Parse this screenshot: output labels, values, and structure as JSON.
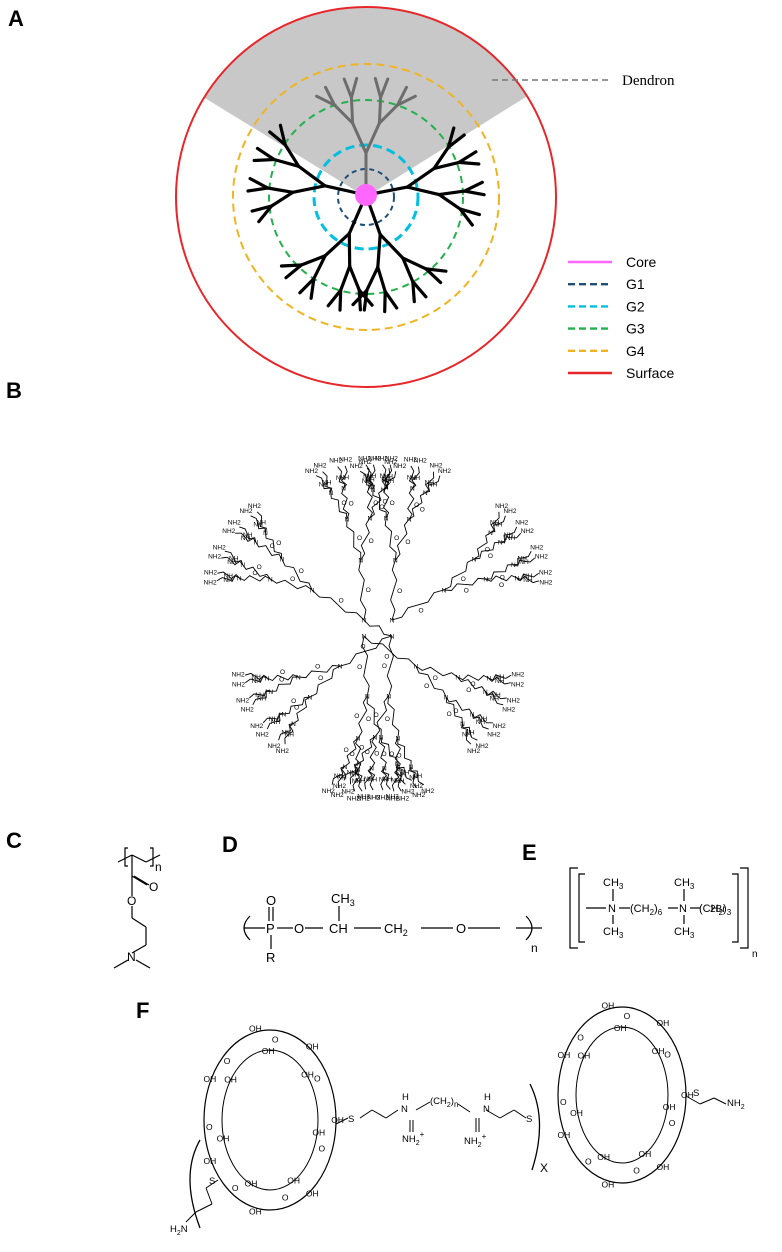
{
  "panels": {
    "a": "A",
    "b": "B",
    "c": "C",
    "d": "D",
    "e": "E",
    "f": "F"
  },
  "dendrimer_schematic": {
    "callout_label": "Dendron",
    "legend": [
      {
        "label": "Core",
        "color": "#ff66ff",
        "style": "solid"
      },
      {
        "label": "G1",
        "color": "#1f4e79",
        "style": "dashed"
      },
      {
        "label": "G2",
        "color": "#00bfe0",
        "style": "dashed"
      },
      {
        "label": "G3",
        "color": "#22b14c",
        "style": "dashed"
      },
      {
        "label": "G4",
        "color": "#f0b323",
        "style": "dashed"
      },
      {
        "label": "Surface",
        "color": "#e8262a",
        "style": "solid"
      }
    ],
    "colors": {
      "dendron_fill": "#c8c8c8",
      "dendron_branches": "#6d6d6d",
      "branches": "#000000",
      "core": "#ff66ff"
    }
  },
  "pamam_structure": {
    "terminal_group": "NH2",
    "amide_nh": "NH",
    "amine_n": "N",
    "carbonyl_o": "O"
  },
  "structure_c": {
    "repeat_subscript": "n",
    "carbonyl_o": "O",
    "ester_o": "O",
    "amine_n": "N"
  },
  "structure_d": {
    "phosphorus": "P",
    "phosphoryl_o": "O",
    "substituent": "R",
    "methyl": "CH",
    "methyl_sub": "3",
    "ch": "CH",
    "ch2": "CH",
    "ch2_sub": "2",
    "ether_o1": "O",
    "ether_o2": "O",
    "repeat_subscript": "n"
  },
  "structure_e": {
    "n1": "N",
    "n2": "N",
    "methyl": "CH",
    "methyl_sub": "3",
    "linker1": "(CH",
    "linker1_sub": "2",
    "linker1_close": ")",
    "linker1_count": "6",
    "linker2": "(CH",
    "linker2_sub": "2",
    "linker2_close": ")",
    "linker2_count": "3",
    "counterion": "2Br",
    "repeat_subscript": "n"
  },
  "structure_f": {
    "hydroxyl": "OH",
    "ring_o": "O",
    "sulfur": "S",
    "nh": "H",
    "n": "N",
    "linker": "(CH",
    "linker_sub": "2",
    "linker_close": ")",
    "linker_count": "n",
    "iminium": "NH",
    "iminium_sub": "2",
    "iminium_charge": "+",
    "amine_left": "H",
    "amine_left_sub": "2",
    "amine_left_n": "N",
    "amine_right": "NH",
    "amine_right_sub": "2",
    "repeat_subscript": "X"
  }
}
